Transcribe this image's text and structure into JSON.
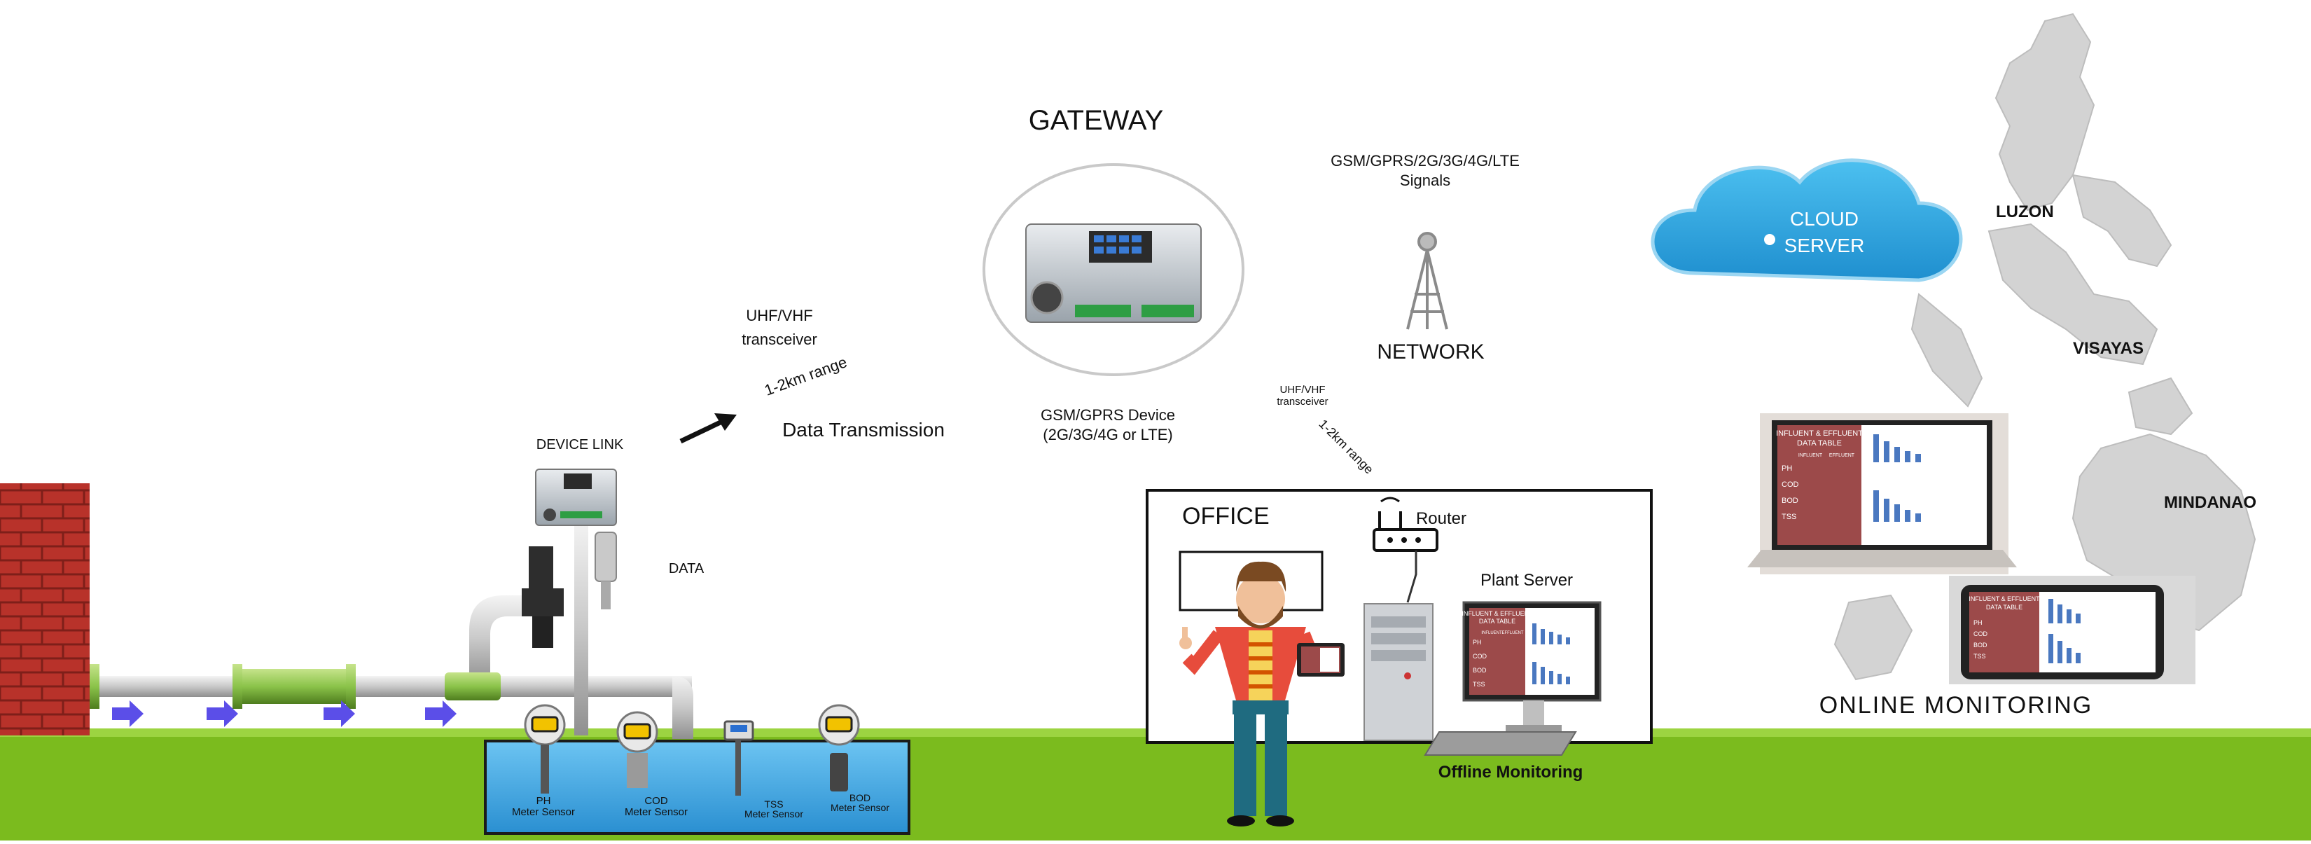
{
  "gateway": {
    "title": "GATEWAY",
    "device_label_line1": "GSM/GPRS Device",
    "device_label_line2": "(2G/3G/4G or LTE)"
  },
  "signals": {
    "line1": "GSM/GPRS/2G/3G/4G/LTE",
    "line2": "Signals"
  },
  "network": {
    "label": "NETWORK"
  },
  "cloud": {
    "line1": "CLOUD",
    "line2": "SERVER"
  },
  "map": {
    "regions": [
      "LUZON",
      "VISAYAS",
      "MINDANAO"
    ],
    "online_label": "ONLINE MONITORING"
  },
  "left_link": {
    "uhf_line1": "UHF/VHF",
    "uhf_line2": "transceiver",
    "range": "1-2km range",
    "data_transmission": "Data Transmission",
    "device_link": "DEVICE LINK",
    "data": "DATA"
  },
  "office_link": {
    "uhf_line1": "UHF/VHF",
    "uhf_line2": "transceiver",
    "range": "1-2km range"
  },
  "office": {
    "title": "OFFICE",
    "router": "Router",
    "plant_server": "Plant Server",
    "offline_monitoring": "Offline Monitoring"
  },
  "sensors": [
    {
      "line1": "PH",
      "line2": "Meter Sensor"
    },
    {
      "line1": "COD",
      "line2": "Meter Sensor"
    },
    {
      "line1": "TSS",
      "line2": "Meter Sensor"
    },
    {
      "line1": "BOD",
      "line2": "Meter Sensor"
    }
  ],
  "data_table": {
    "title_line1": "INFLUENT & EFFLUENT",
    "title_line2": "DATA TABLE",
    "col_headers": [
      "INFLUENT",
      "EFFLUENT"
    ],
    "rows": [
      "PH",
      "COD",
      "BOD",
      "TSS"
    ]
  },
  "colors": {
    "grass": "#7bbb1e",
    "water": "#3fa9e6",
    "brick": "#c0392b",
    "pipe_green": "#8bc34a",
    "arrow": "#5b4ee8",
    "cloud": "#29a8e0",
    "table_red": "#9c4a4a"
  }
}
